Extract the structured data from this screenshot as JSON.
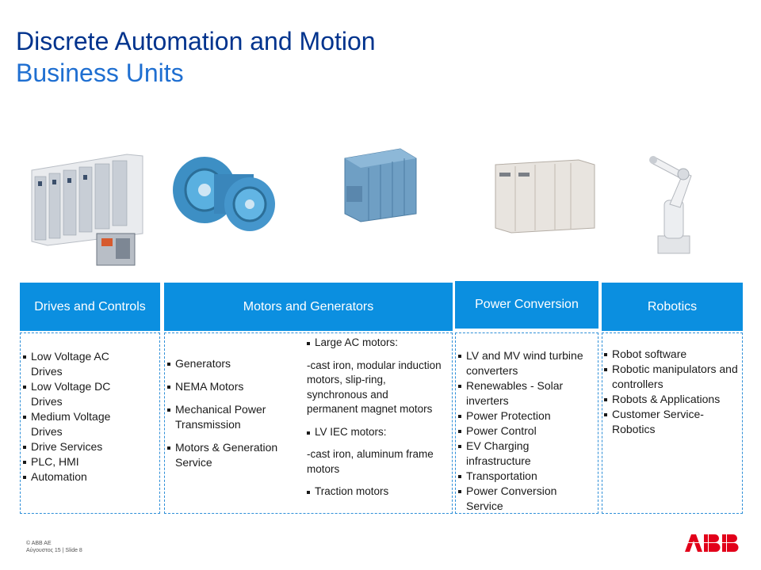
{
  "title": {
    "line1": "Discrete Automation and Motion",
    "line2": "Business Units"
  },
  "colors": {
    "title_dark": "#00338d",
    "title_light": "#1f6fd1",
    "header_blue": "#0b8fe0",
    "abb_red": "#e2001a"
  },
  "columns": {
    "drives": {
      "header": "Drives and Controls",
      "items": [
        "Low Voltage AC Drives",
        "Low Voltage DC Drives",
        "Medium Voltage Drives",
        "Drive Services",
        "PLC, HMI",
        "Automation"
      ]
    },
    "motors": {
      "header": "Motors and Generators",
      "left_items": [
        "Generators",
        "NEMA Motors",
        "Mechanical Power Transmission",
        "Motors & Generation Service"
      ],
      "right": {
        "large_ac": "Large AC motors:",
        "large_ac_desc": "-cast iron, modular induction motors, slip-ring, synchronous and permanent magnet motors",
        "lv_iec": "LV IEC motors:",
        "lv_iec_desc": "-cast iron, aluminum frame motors",
        "traction": "Traction motors"
      }
    },
    "power": {
      "header": "Power Conversion",
      "items": [
        "LV and MV wind turbine converters",
        "Renewables - Solar inverters",
        "Power Protection",
        "Power Control",
        "EV Charging infrastructure",
        "Transportation",
        "Power Conversion Service"
      ]
    },
    "robotics": {
      "header": "Robotics",
      "items": [
        "Robot software",
        "Robotic manipulators and controllers",
        "Robots & Applications",
        "Customer Service-Robotics"
      ]
    }
  },
  "footer": {
    "copyright": "© ABB AE",
    "date_slide": "Αύγουστος 15 | Slide 8"
  },
  "logo_text": "ABB"
}
